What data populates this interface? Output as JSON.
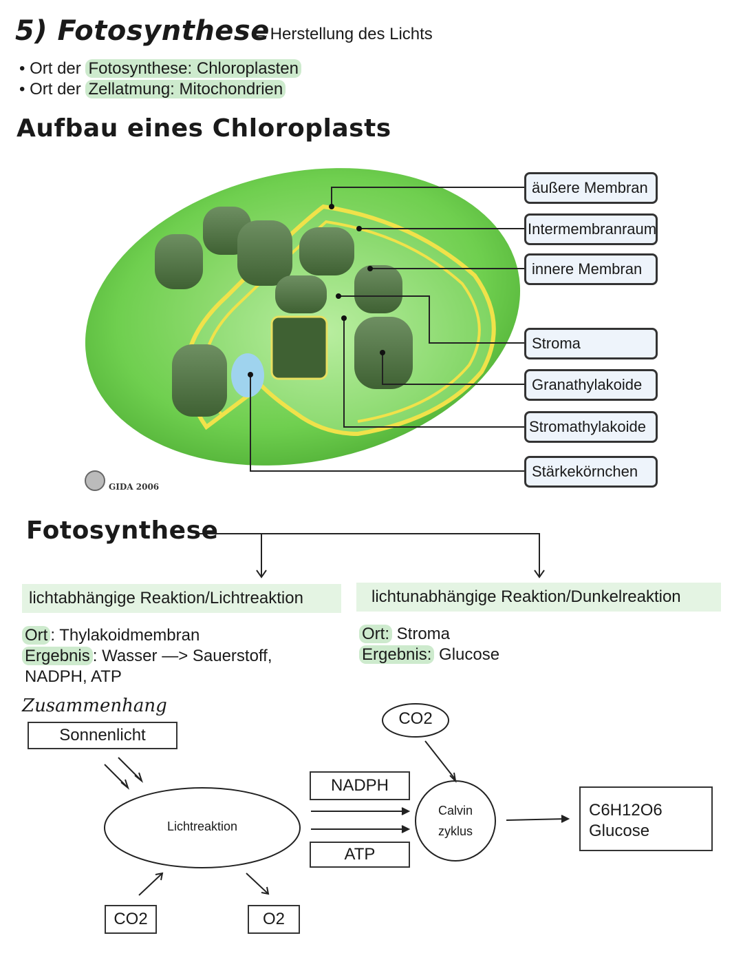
{
  "header": {
    "title": "5) Fotosynthese",
    "definition": "= Herstellung des Lichts",
    "bullets": [
      {
        "prefix": "Ort der ",
        "text": "Fotosynthese: Chloroplasten"
      },
      {
        "prefix": "Ort der ",
        "text": "Zellatmung: Mitochondrien"
      }
    ]
  },
  "chloroplast": {
    "title": "Aufbau eines Chloroplasts",
    "credit": "GIDA 2006",
    "labels": [
      "äußere Membran",
      "Intermembranraum",
      "innere Membran",
      "Stroma",
      "Granathylakoide",
      "Stromathylakoide",
      "Stärkekörnchen"
    ]
  },
  "photosynthesis": {
    "title": "Fotosynthese",
    "light": {
      "heading": "lichtabhängige Reaktion/Lichtreaktion",
      "ort_label": "Ort",
      "ort_value": ": Thylakoidmembran",
      "ergebnis_label": "Ergebnis",
      "ergebnis_value": ": Wasser  —> Sauerstoff,",
      "ergebnis_value2": "NADPH, ATP"
    },
    "dark": {
      "heading": "lichtunabhängige Reaktion/Dunkelreaktion",
      "ort_label": "Ort:",
      "ort_value": " Stroma",
      "ergebnis_label": "Ergebnis:",
      "ergebnis_value": " Glucose"
    }
  },
  "diagram": {
    "title": "Zusammenhang",
    "sunlight": "Sonnenlicht",
    "light_reaction": "Lichtreaktion",
    "co2_in": "CO2",
    "o2_out": "O2",
    "nadph": "NADPH",
    "atp": "ATP",
    "co2_top": "CO2",
    "calvin_1": "Calvin",
    "calvin_2": "zyklus",
    "product_1": "C6H12O6",
    "product_2": "Glucose"
  }
}
